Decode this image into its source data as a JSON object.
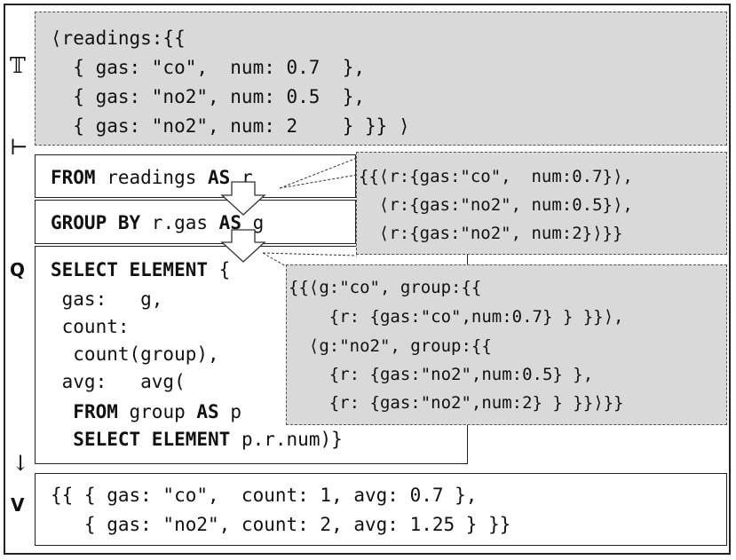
{
  "labels": {
    "type_env": "𝕋",
    "turnstile": "⊢",
    "query": "Q",
    "down_arrow": "↓",
    "value": "V"
  },
  "input_lines": [
    "⟨readings:{{",
    "  { gas: \"co\",  num: 0.7  },",
    "  { gas: \"no2\", num: 0.5  },",
    "  { gas: \"no2\", num: 2    } }} ⟩"
  ],
  "query": {
    "from_kw": "FROM",
    "from_rest": " readings ",
    "as_kw_1": "AS",
    "from_var": " r",
    "group_kw": "GROUP BY",
    "group_rest": " r.gas ",
    "as_kw_2": "AS",
    "group_var": " g",
    "select_kw": "SELECT ELEMENT",
    "select_rest": " {",
    "body_lines": [
      " gas:   g,",
      " count:",
      "  count(group),",
      " avg:   avg("
    ],
    "inner_from_kw": "FROM",
    "inner_from_rest": " group ",
    "inner_as_kw": "AS",
    "inner_var": " p",
    "inner_select_kw": "SELECT ELEMENT",
    "inner_select_rest": " p.r.num)}"
  },
  "callout_from_lines": [
    "{{⟨r:{gas:\"co\",  num:0.7}⟩,",
    "  ⟨r:{gas:\"no2\", num:0.5}⟩,",
    "  ⟨r:{gas:\"no2\", num:2}⟩}}"
  ],
  "callout_group_lines": [
    "{{⟨g:\"co\", group:{{",
    "    {r: {gas:\"co\",num:0.7} } }}⟩,",
    "  ⟨g:\"no2\", group:{{",
    "    {r: {gas:\"no2\",num:0.5} },",
    "    {r: {gas:\"no2\",num:2} } }}⟩}}"
  ],
  "output_lines": [
    "{{ { gas: \"co\",  count: 1, avg: 0.7 },",
    "   { gas: \"no2\", count: 2, avg: 1.25 } }}"
  ],
  "colors": {
    "callout_fill": "#d9d9d9",
    "border": "#222222"
  }
}
